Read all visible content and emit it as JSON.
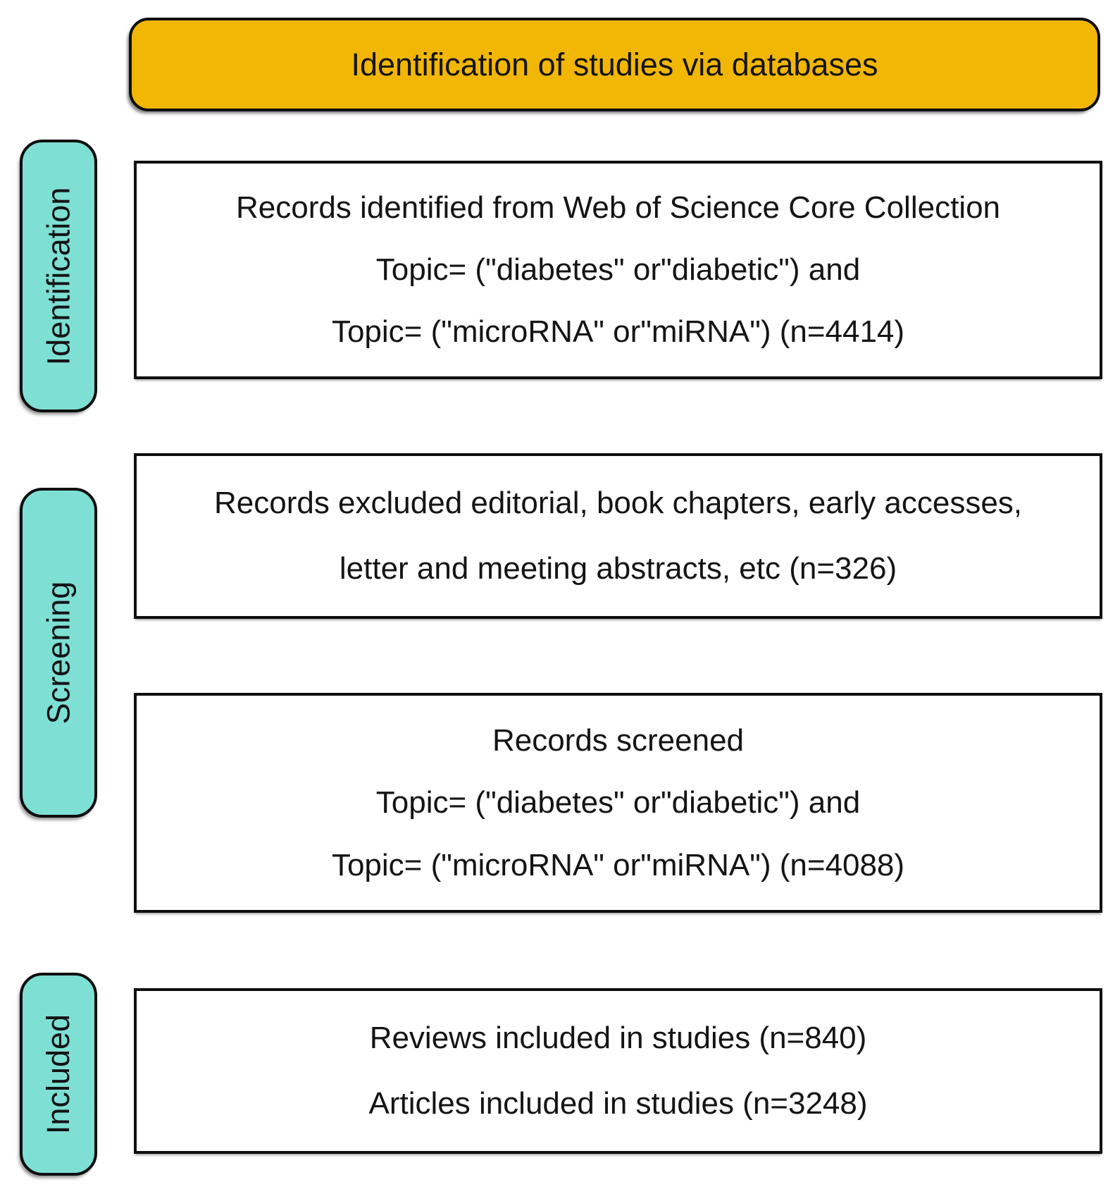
{
  "header": {
    "title": "Identification of studies via databases"
  },
  "sidebar": {
    "stages": [
      {
        "label": "Identification"
      },
      {
        "label": "Screening"
      },
      {
        "label": "Included"
      }
    ]
  },
  "boxes": {
    "identified": {
      "lines": [
        "Records identified from Web of Science Core Collection",
        "Topic= (\"diabetes\" or\"diabetic\") and",
        "Topic= (\"microRNA\" or\"miRNA\") (n=4414)"
      ]
    },
    "excluded": {
      "lines": [
        "Records excluded editorial, book chapters, early accesses,",
        "letter and meeting abstracts, etc (n=326)"
      ]
    },
    "screened": {
      "lines": [
        "Records screened",
        "Topic= (\"diabetes\" or\"diabetic\") and",
        "Topic= (\"microRNA\" or\"miRNA\") (n=4088)"
      ]
    },
    "included": {
      "lines": [
        "Reviews included in studies (n=840)",
        "Articles included in studies (n=3248)"
      ]
    }
  },
  "counts": {
    "records_identified": 4414,
    "records_excluded": 326,
    "records_screened": 4088,
    "reviews_included": 840,
    "articles_included": 3248
  },
  "colors": {
    "header_bg": "#F2B705",
    "stage_bg": "#7EE0D4",
    "border": "#0e0e0e",
    "box_bg": "#ffffff"
  }
}
